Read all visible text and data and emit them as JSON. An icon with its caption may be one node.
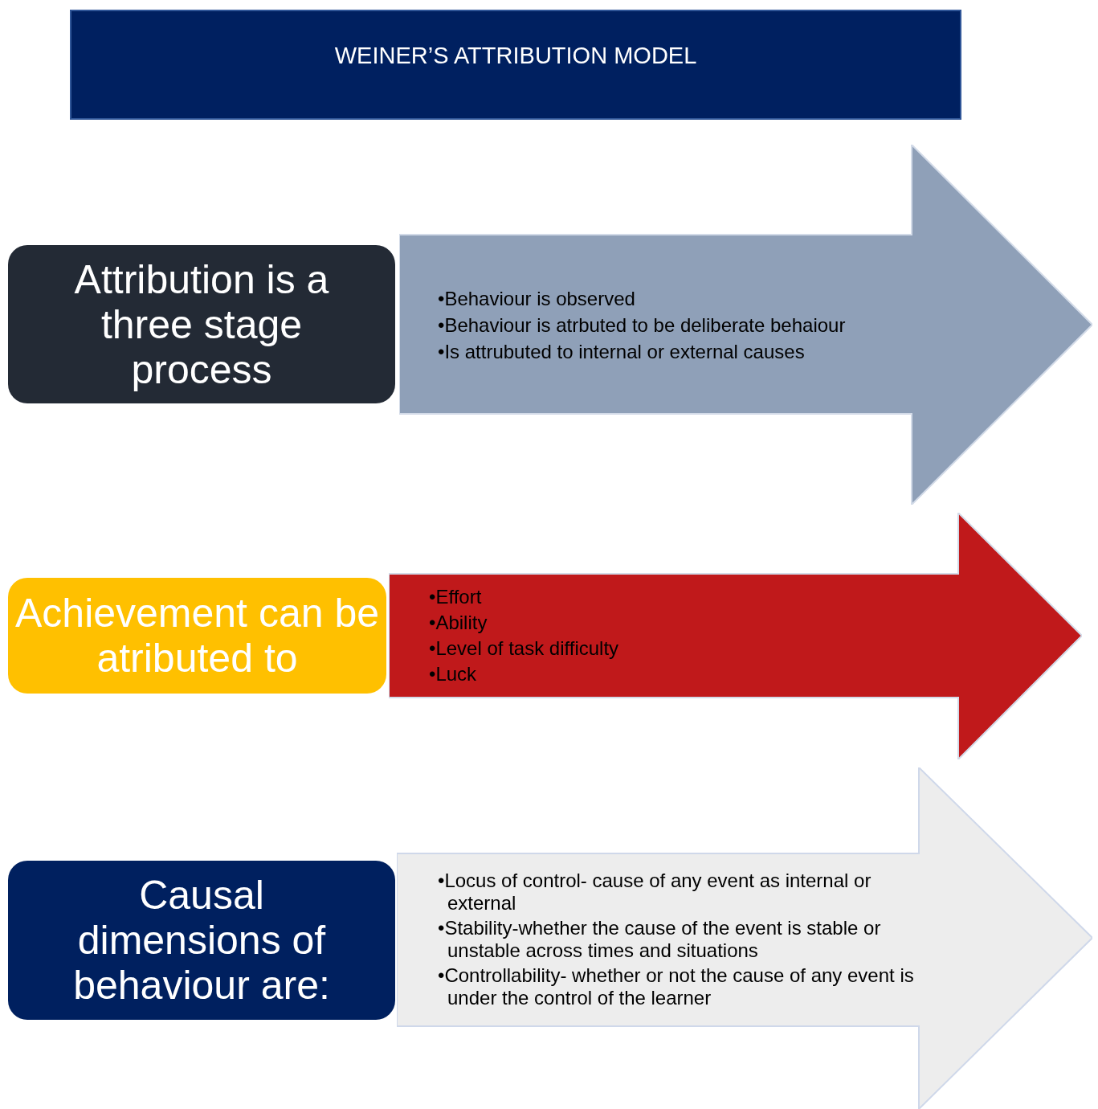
{
  "diagram": {
    "nodes": [
      {
        "text": [
          "WEINER’S ATTRIBUTION MODEL"
        ]
      },
      {
        "text": [
          "Attribution is a three stage process"
        ]
      },
      {
        "text": [
          "•Behaviour is observed",
          "•Behaviour is atrbuted to be deliberate behaiour",
          "•Is attrubuted to internal or external causes"
        ]
      },
      {
        "text": [
          "Achievement can be atributed to"
        ]
      },
      {
        "text": [
          "•Effort",
          "•Ability",
          "•Level of task difficulty",
          "•Luck"
        ]
      },
      {
        "text": [
          "Causal dimensions of behaviour are:"
        ]
      },
      {
        "text": [
          "•Locus of control- cause of any event as internal or external",
          "•Stability-whether the cause of the event is stable or unstable across times and situations",
          "•Controllability- whether or not the cause of any event is under the control of the learner"
        ]
      }
    ]
  }
}
